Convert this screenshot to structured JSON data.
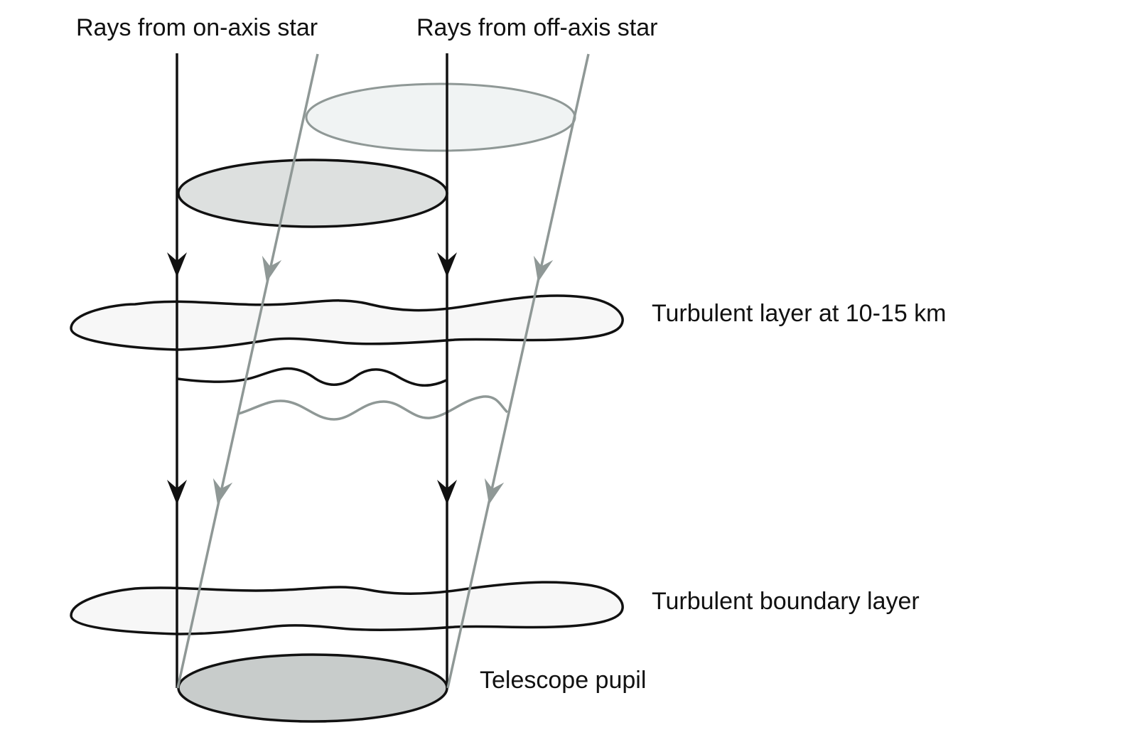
{
  "labels": {
    "on_axis": "Rays from on-axis star",
    "off_axis": "Rays from off-axis star",
    "high_layer": "Turbulent layer at 10-15 km",
    "boundary_layer": "Turbulent boundary layer",
    "pupil": "Telescope pupil"
  },
  "colors": {
    "on_axis_ray": "#111111",
    "off_axis_ray": "#8f9896",
    "pupil_fill": "#c8cccb",
    "on_axis_disc_fill": "#dde0df",
    "off_axis_disc_fill": "#f0f3f3",
    "layer_fill": "#f7f7f7"
  }
}
